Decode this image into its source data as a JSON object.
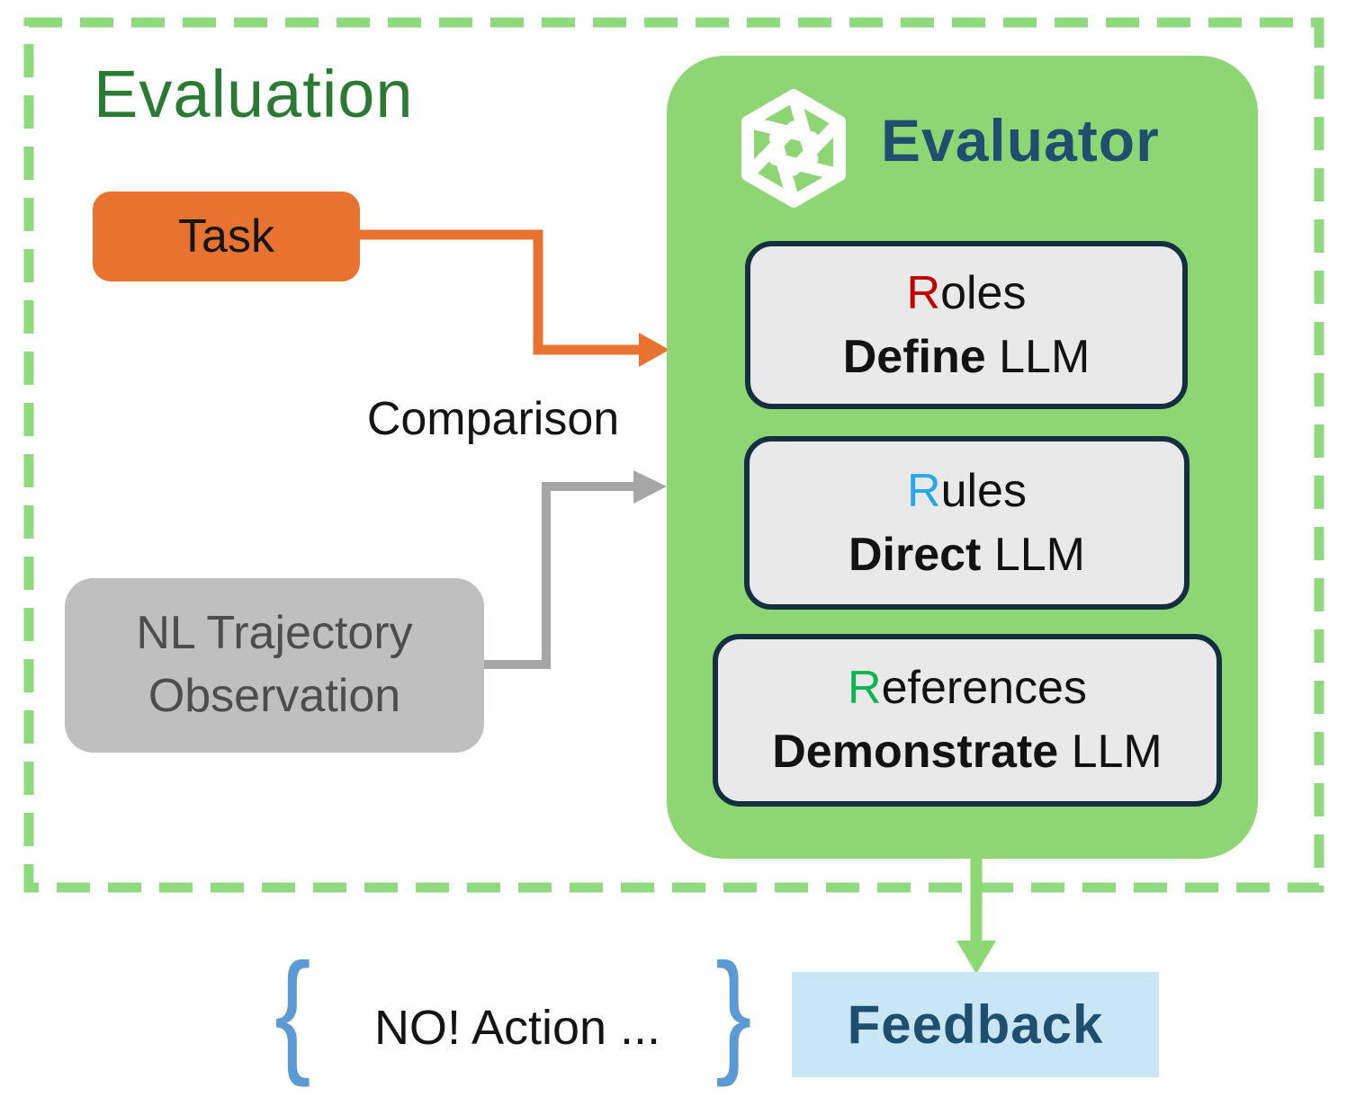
{
  "diagram": {
    "title": "Evaluation",
    "task": {
      "label": "Task"
    },
    "comparison_label": "Comparison",
    "nl_observation": {
      "line1": "NL Trajectory",
      "line2": "Observation"
    },
    "evaluator": {
      "title": "Evaluator",
      "logo": "openai-logo",
      "cards": [
        {
          "name": "roles",
          "letter": "R",
          "rest": "oles",
          "action_bold": "Define",
          "action_rest": " LLM",
          "letter_color": "#C00000"
        },
        {
          "name": "rules",
          "letter": "R",
          "rest": "ules",
          "action_bold": "Direct",
          "action_rest": " LLM",
          "letter_color": "#29A8E9"
        },
        {
          "name": "references",
          "letter": "R",
          "rest": "eferences",
          "action_bold": "Demonstrate",
          "action_rest": " LLM",
          "letter_color": "#10B553"
        }
      ]
    },
    "feedback": {
      "label": "Feedback"
    },
    "bottom_note": {
      "left_brace": "{",
      "text": "NO! Action ...",
      "right_brace": "}"
    }
  },
  "colors": {
    "frame_dash_green": "#8FD97E",
    "evaluator_green": "#8DD673",
    "title_green": "#2A7A34",
    "task_orange": "#E8722F",
    "orange_arrow": "#E8722F",
    "gray_arrow": "#A6A6A6",
    "nl_box_gray": "#BFBFBF",
    "nl_text_gray": "#4D4D4D",
    "card_fill": "#E9E9E9",
    "card_border_navy": "#14303F",
    "navy_text": "#1F4E6E",
    "feedback_blue_bg": "#C9E6F7",
    "green_arrow": "#8CD973",
    "brace_blue": "#5B9BD5",
    "letter_red": "#C00000",
    "letter_blue": "#29A8E9",
    "letter_green": "#10B553"
  }
}
